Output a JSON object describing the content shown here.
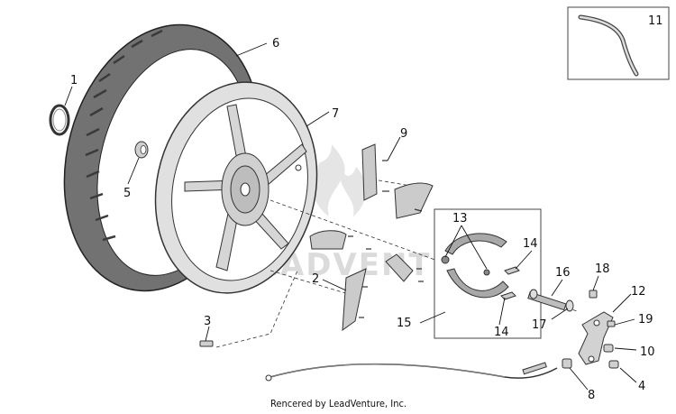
{
  "watermark": {
    "text": "LEADVENTURE"
  },
  "credit": "Rencered by LeadVenture, Inc.",
  "callouts": {
    "c1": "1",
    "c2": "2",
    "c3": "3",
    "c4": "4",
    "c5": "5",
    "c6": "6",
    "c7": "7",
    "c8": "8",
    "c9": "9",
    "c10": "10",
    "c11": "11",
    "c12": "12",
    "c13": "13",
    "c14a": "14",
    "c14b": "14",
    "c15": "15",
    "c16": "16",
    "c17": "17",
    "c18": "18",
    "c19": "19"
  },
  "colors": {
    "tire": "#6e6e6e",
    "rim": "#dcdcdc",
    "part": "#c8c8c8",
    "line": "#111111"
  }
}
